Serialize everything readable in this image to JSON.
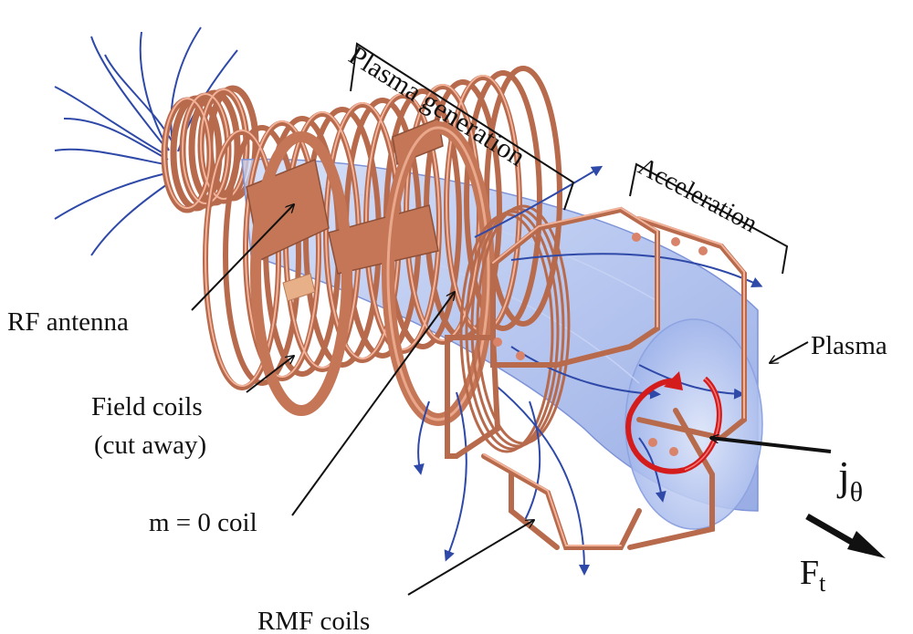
{
  "labels": {
    "plasma_generation": "Plasma generation",
    "acceleration": "Acceleration",
    "plasma": "Plasma",
    "rf_antenna": "RF antenna",
    "field_coils_line1": "Field coils",
    "field_coils_line2": "(cut away)",
    "m0_coil": "m = 0 coil",
    "rmf_coils": "RMF coils",
    "j_symbol": "j",
    "j_subscript": "θ",
    "force_symbol": "F",
    "force_subscript": "t"
  },
  "colors": {
    "copper": "#b86a4c",
    "copper_highlight": "#f2b39a",
    "field_lines": "#2f49a8",
    "plasma": "#9fb5ea",
    "current": "#d41c1c"
  }
}
